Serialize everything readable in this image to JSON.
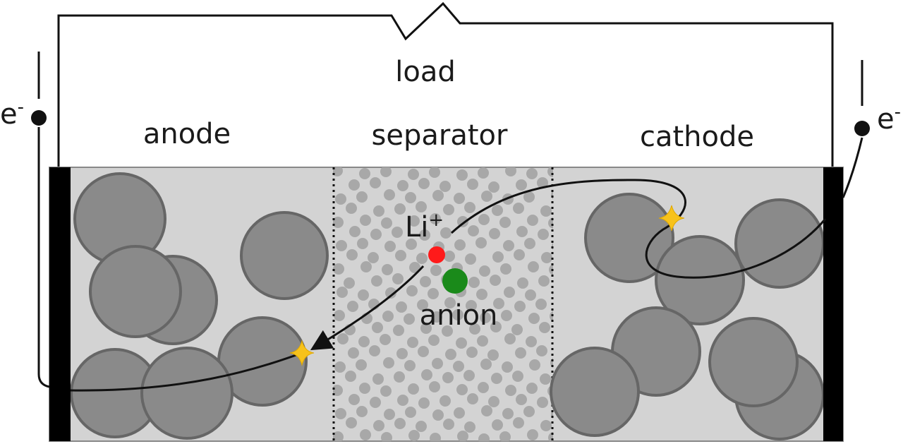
{
  "labels": {
    "load": "load",
    "anode": "anode",
    "separator": "separator",
    "cathode": "cathode",
    "ion": "Li",
    "ion_charge": "+",
    "anion": "anion",
    "electron": "e",
    "electron_charge": "-"
  },
  "colors": {
    "cell_fill": "#d3d3d3",
    "particle_fill": "#8a8a8a",
    "particle_stroke": "#666666",
    "separator_dot": "#a8a8a8",
    "collector": "#000000",
    "wire": "#111111",
    "lithium_ion": "#ff1a1a",
    "anion": "#1a8a1a",
    "reaction_site": "#f7c21b"
  }
}
